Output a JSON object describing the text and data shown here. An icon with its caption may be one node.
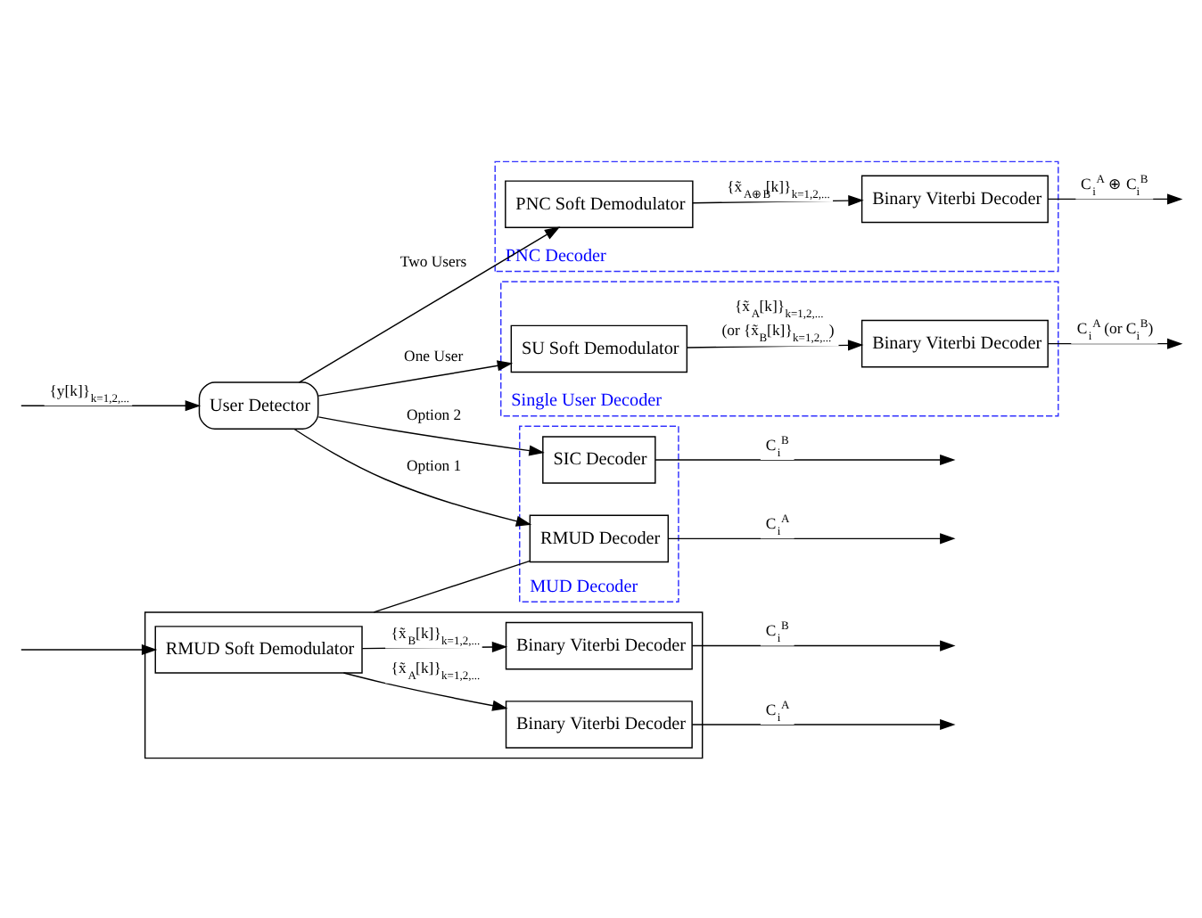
{
  "diagram": {
    "nodes": [
      {
        "text": [],
        "shape": "box"
      },
      {
        "text": [
          "RMUD Soft Demodulator"
        ],
        "in": 0
      },
      {
        "text": [
          "Binary Viterbi Decoder"
        ],
        "in": 0
      },
      {
        "text": [
          "Binary Viterbi Decoder"
        ],
        "in": 0
      },
      {
        "text": [
          "MUD Decoder"
        ]
      },
      {
        "text": [
          "RMUD Decoder"
        ],
        "in": 4
      },
      {
        "text": [
          "SIC Decoder"
        ],
        "in": 4
      },
      {
        "text": [
          "PNC Decoder"
        ]
      },
      {
        "text": [
          "PNC Soft Demodulator"
        ],
        "in": 7
      },
      {
        "text": [
          "Binary Viterbi Decoder"
        ],
        "in": 7
      },
      {
        "text": [
          "Single User Decoder"
        ]
      },
      {
        "text": [
          "SU Soft Demodulator"
        ],
        "in": 10
      },
      {
        "text": [
          "Binary Viterbi Decoder"
        ],
        "in": 10
      },
      {
        "text": [
          "User Detector"
        ]
      }
    ],
    "edges": [
      {
        "from": null,
        "to": 1,
        "arrow": "to"
      },
      {
        "from": 1,
        "to": 2,
        "arrow": "to",
        "label": "{x̃$_{A}$[k]}$_{k=1,2,...}$"
      },
      {
        "from": 1,
        "to": 3,
        "arrow": "to",
        "label": "{x̃$_{B}$[k]}$_{k=1,2,...}$"
      },
      {
        "from": 2,
        "to": null,
        "arrow": "to",
        "label": "C$_{i}$$^{A}$"
      },
      {
        "from": 3,
        "to": null,
        "arrow": "to",
        "label": "C$_{i}$$^{B}$"
      },
      {
        "from": 0,
        "to": 5,
        "arrow": "none"
      },
      {
        "from": null,
        "to": 13,
        "arrow": "to",
        "label": "{y[k]}$_{k=1,2,...}$"
      },
      {
        "from": 13,
        "to": 5,
        "arrow": "to",
        "label": "Option 1"
      },
      {
        "from": 13,
        "to": 6,
        "arrow": "to",
        "label": "Option 2"
      },
      {
        "from": 13,
        "to": 8,
        "arrow": "to",
        "label": "Two Users"
      },
      {
        "from": 13,
        "to": 11,
        "arrow": "to",
        "label": "One User"
      },
      {
        "from": 5,
        "to": null,
        "arrow": "to",
        "label": "C$_{i}$$^{A}$"
      },
      {
        "from": 6,
        "to": null,
        "arrow": "to",
        "label": "C$_{i}$$^{B}$"
      },
      {
        "from": 8,
        "to": 9,
        "arrow": "to",
        "label": "{x̃$_{A⊕B}$[k]}$_{k=1,2,...}$"
      },
      {
        "from": 9,
        "to": null,
        "arrow": "to",
        "label": "C$_{i}$$^{A}$ ⊕ C$_{i}$$^{B}$"
      },
      {
        "from": 11,
        "to": 12,
        "arrow": "to",
        "label": "{x̃$_{A}$[k]}$_{k=1,2,...}$ (or {x̃$_{B}$[k]}$_{k=1,2,...}$)"
      },
      {
        "from": 12,
        "to": null,
        "arrow": "to",
        "label": "C$_{i}$$^{A}$ (or C$_{i}$$^{B}$)"
      }
    ]
  }
}
